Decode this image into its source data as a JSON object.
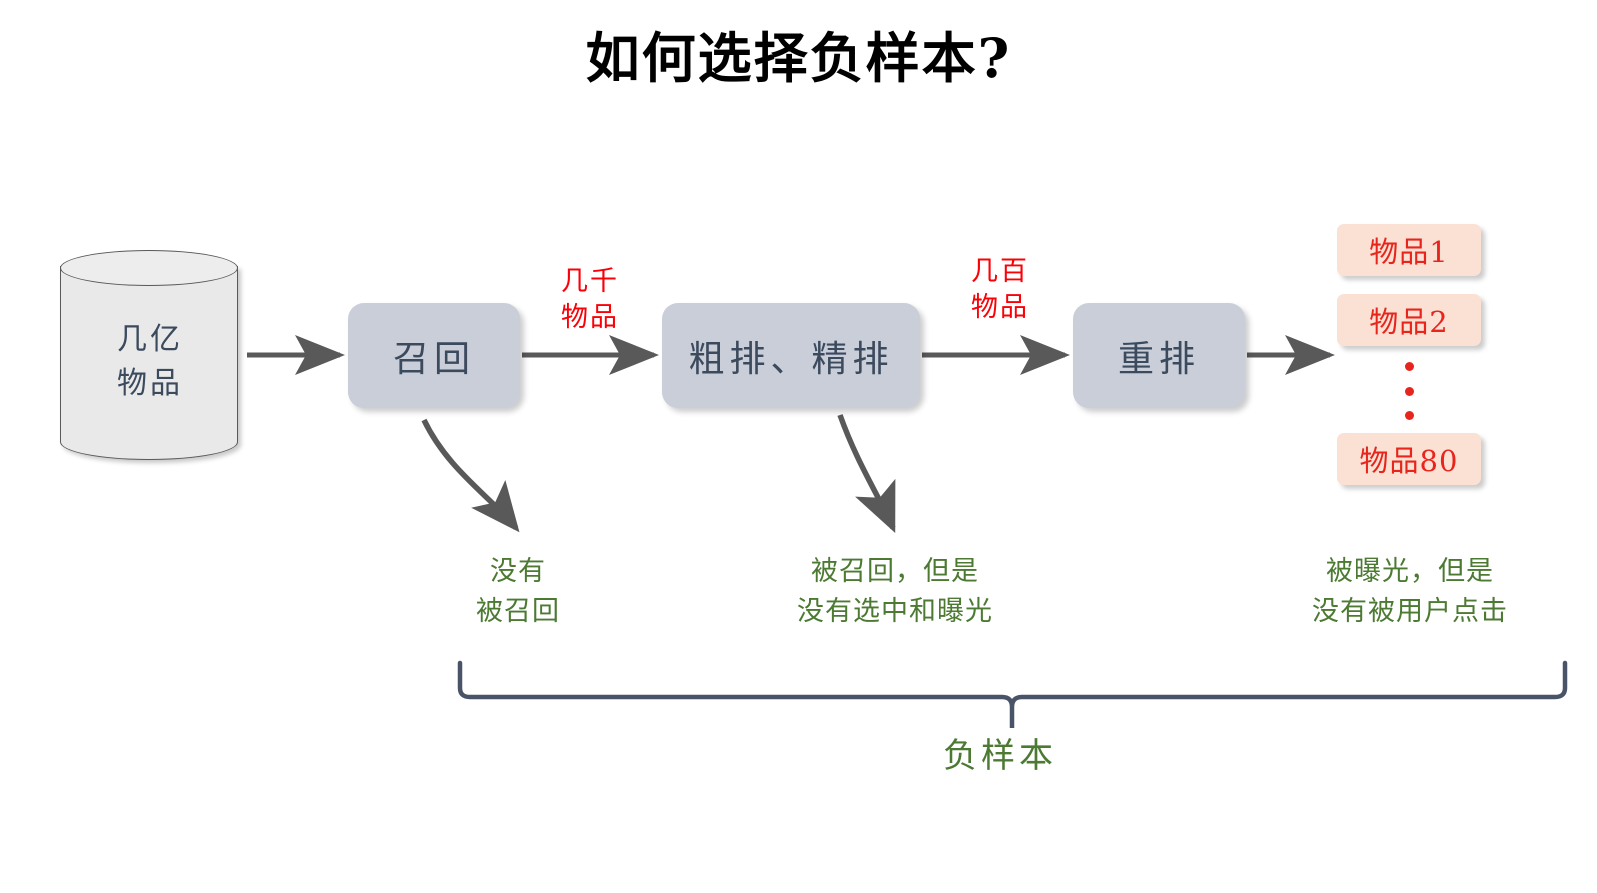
{
  "title": "如何选择负样本?",
  "source": {
    "name": "items-database-cylinder",
    "lines": [
      "几亿",
      "物品"
    ]
  },
  "pipeline": {
    "stages": [
      {
        "id": "recall",
        "label": "召回"
      },
      {
        "id": "rank",
        "label": "粗排、精排"
      },
      {
        "id": "rerank",
        "label": "重排"
      }
    ],
    "volumes": [
      {
        "id": "thousands",
        "lines": [
          "几千",
          "物品"
        ]
      },
      {
        "id": "hundreds",
        "lines": [
          "几百",
          "物品"
        ]
      }
    ]
  },
  "results": {
    "items": [
      {
        "id": "item-1",
        "label": "物品1"
      },
      {
        "id": "item-2",
        "label": "物品2"
      },
      {
        "id": "item-80",
        "label": "物品80"
      }
    ],
    "ellipsis": "⋮"
  },
  "notes": [
    {
      "id": "not-recalled",
      "lines": [
        "没有",
        "被召回"
      ]
    },
    {
      "id": "no-exposure",
      "lines": [
        "被召回，但是",
        "没有选中和曝光"
      ]
    },
    {
      "id": "no-click",
      "lines": [
        "被曝光，但是",
        "没有被用户点击"
      ]
    }
  ],
  "brace": {
    "label": "负样本"
  },
  "colors": {
    "title": "#000000",
    "stage_box": "#c9ced9",
    "stage_text": "#3c4a5e",
    "cylinder": "#e9e9e9",
    "cylinder_border": "#595959",
    "volume_red": "#fb0007",
    "item_box": "#fbe0d4",
    "item_text": "#e8251c",
    "note_green": "#4c7a32",
    "arrow_gray": "#595959",
    "brace_slate": "#4a5468"
  }
}
